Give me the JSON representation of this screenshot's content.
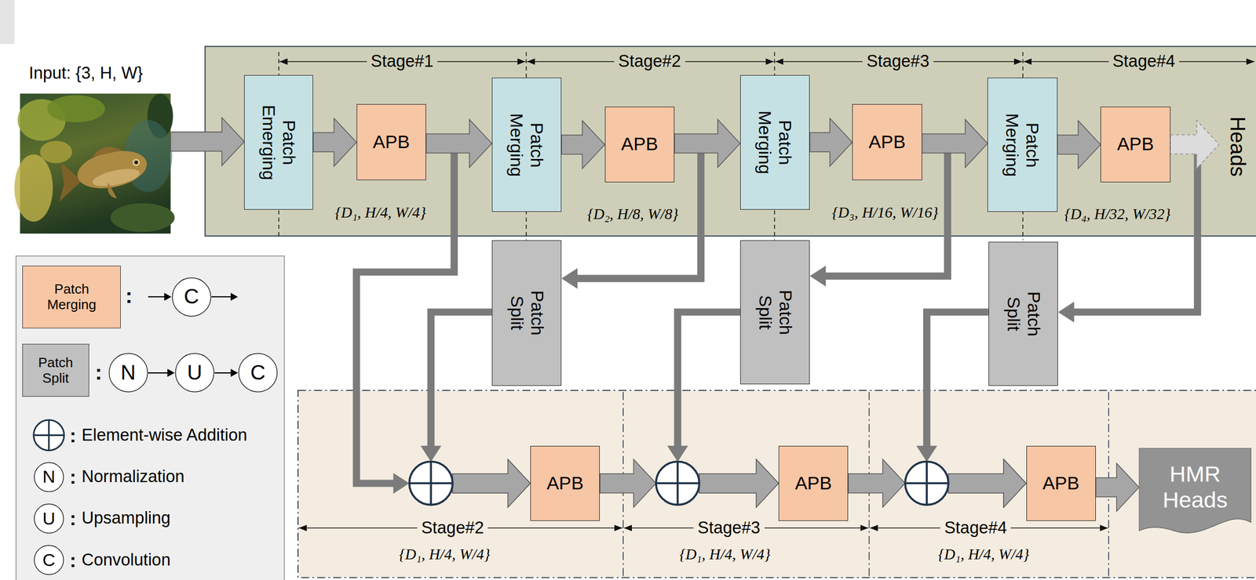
{
  "diagram": {
    "nodes": [
      {
        "text": [
          "Patch Emerging"
        ]
      },
      {
        "text": [
          "APB"
        ]
      },
      {
        "text": [
          "Patch Merging"
        ]
      },
      {
        "text": [
          "APB"
        ]
      },
      {
        "text": [
          "Patch Merging"
        ]
      },
      {
        "text": [
          "APB"
        ]
      },
      {
        "text": [
          "Patch Merging"
        ]
      },
      {
        "text": [
          "APB"
        ]
      },
      {
        "text": [
          "Patch Split"
        ]
      },
      {
        "text": [
          "Patch Split"
        ]
      },
      {
        "text": [
          "Patch Split"
        ]
      },
      {
        "text": [
          "APB"
        ]
      },
      {
        "text": [
          "APB"
        ]
      },
      {
        "text": [
          "APB"
        ]
      },
      {
        "text": [
          "HMR Heads"
        ]
      },
      {
        "text": [
          "Patch Merging"
        ]
      },
      {
        "text": [
          "C"
        ]
      },
      {
        "text": [
          "Patch Split"
        ]
      },
      {
        "text": [
          "N"
        ]
      },
      {
        "text": [
          "U"
        ]
      },
      {
        "text": [
          "C"
        ]
      },
      {
        "text": [
          "N"
        ]
      },
      {
        "text": [
          "U"
        ]
      },
      {
        "text": [
          "C"
        ]
      }
    ],
    "edges": [
      {
        "from": 0,
        "to": 1,
        "arrow": "to"
      },
      {
        "from": 1,
        "to": 2,
        "arrow": "to"
      },
      {
        "from": 2,
        "to": 3,
        "arrow": "to"
      },
      {
        "from": 3,
        "to": 4,
        "arrow": "to"
      },
      {
        "from": 4,
        "to": 5,
        "arrow": "to"
      },
      {
        "from": 5,
        "to": 6,
        "arrow": "to"
      },
      {
        "from": 6,
        "to": 7,
        "arrow": "to"
      },
      {
        "from": 3,
        "to": 8,
        "arrow": "to"
      },
      {
        "from": 5,
        "to": 9,
        "arrow": "to"
      },
      {
        "from": 7,
        "to": 10,
        "arrow": "to"
      },
      {
        "from": 1,
        "to": 11,
        "arrow": "to"
      },
      {
        "from": 8,
        "to": 11,
        "arrow": "to"
      },
      {
        "from": 11,
        "to": 12,
        "arrow": "to"
      },
      {
        "from": 9,
        "to": 12,
        "arrow": "to"
      },
      {
        "from": 12,
        "to": 13,
        "arrow": "to"
      },
      {
        "from": 10,
        "to": 13,
        "arrow": "to"
      },
      {
        "from": 13,
        "to": 14,
        "arrow": "to"
      },
      {
        "from": 18,
        "to": 19,
        "arrow": "to"
      },
      {
        "from": 19,
        "to": 20,
        "arrow": "to"
      }
    ],
    "labels": [
      "Input: {3, H, W}",
      "Stage#1",
      "Stage#2",
      "Stage#3",
      "Stage#4",
      "{D₁, H/4, W/4}",
      "{D₂, H/8, W/8}",
      "{D₃, H/16, W/16}",
      "{D₄, H/32, W/32}",
      "Heads",
      "Stage#2",
      "Stage#3",
      "Stage#4",
      "{D₁, H/4, W/4}",
      "{D₁, H/4, W/4}",
      "{D₁, H/4, W/4}",
      ":",
      ":",
      ":",
      ":",
      ":",
      ":"
    ],
    "legend": [
      {
        "text": "Element-wise Addition"
      },
      {
        "text": "Normalization"
      },
      {
        "text": "Upsampling"
      },
      {
        "text": "Convolution"
      }
    ]
  }
}
